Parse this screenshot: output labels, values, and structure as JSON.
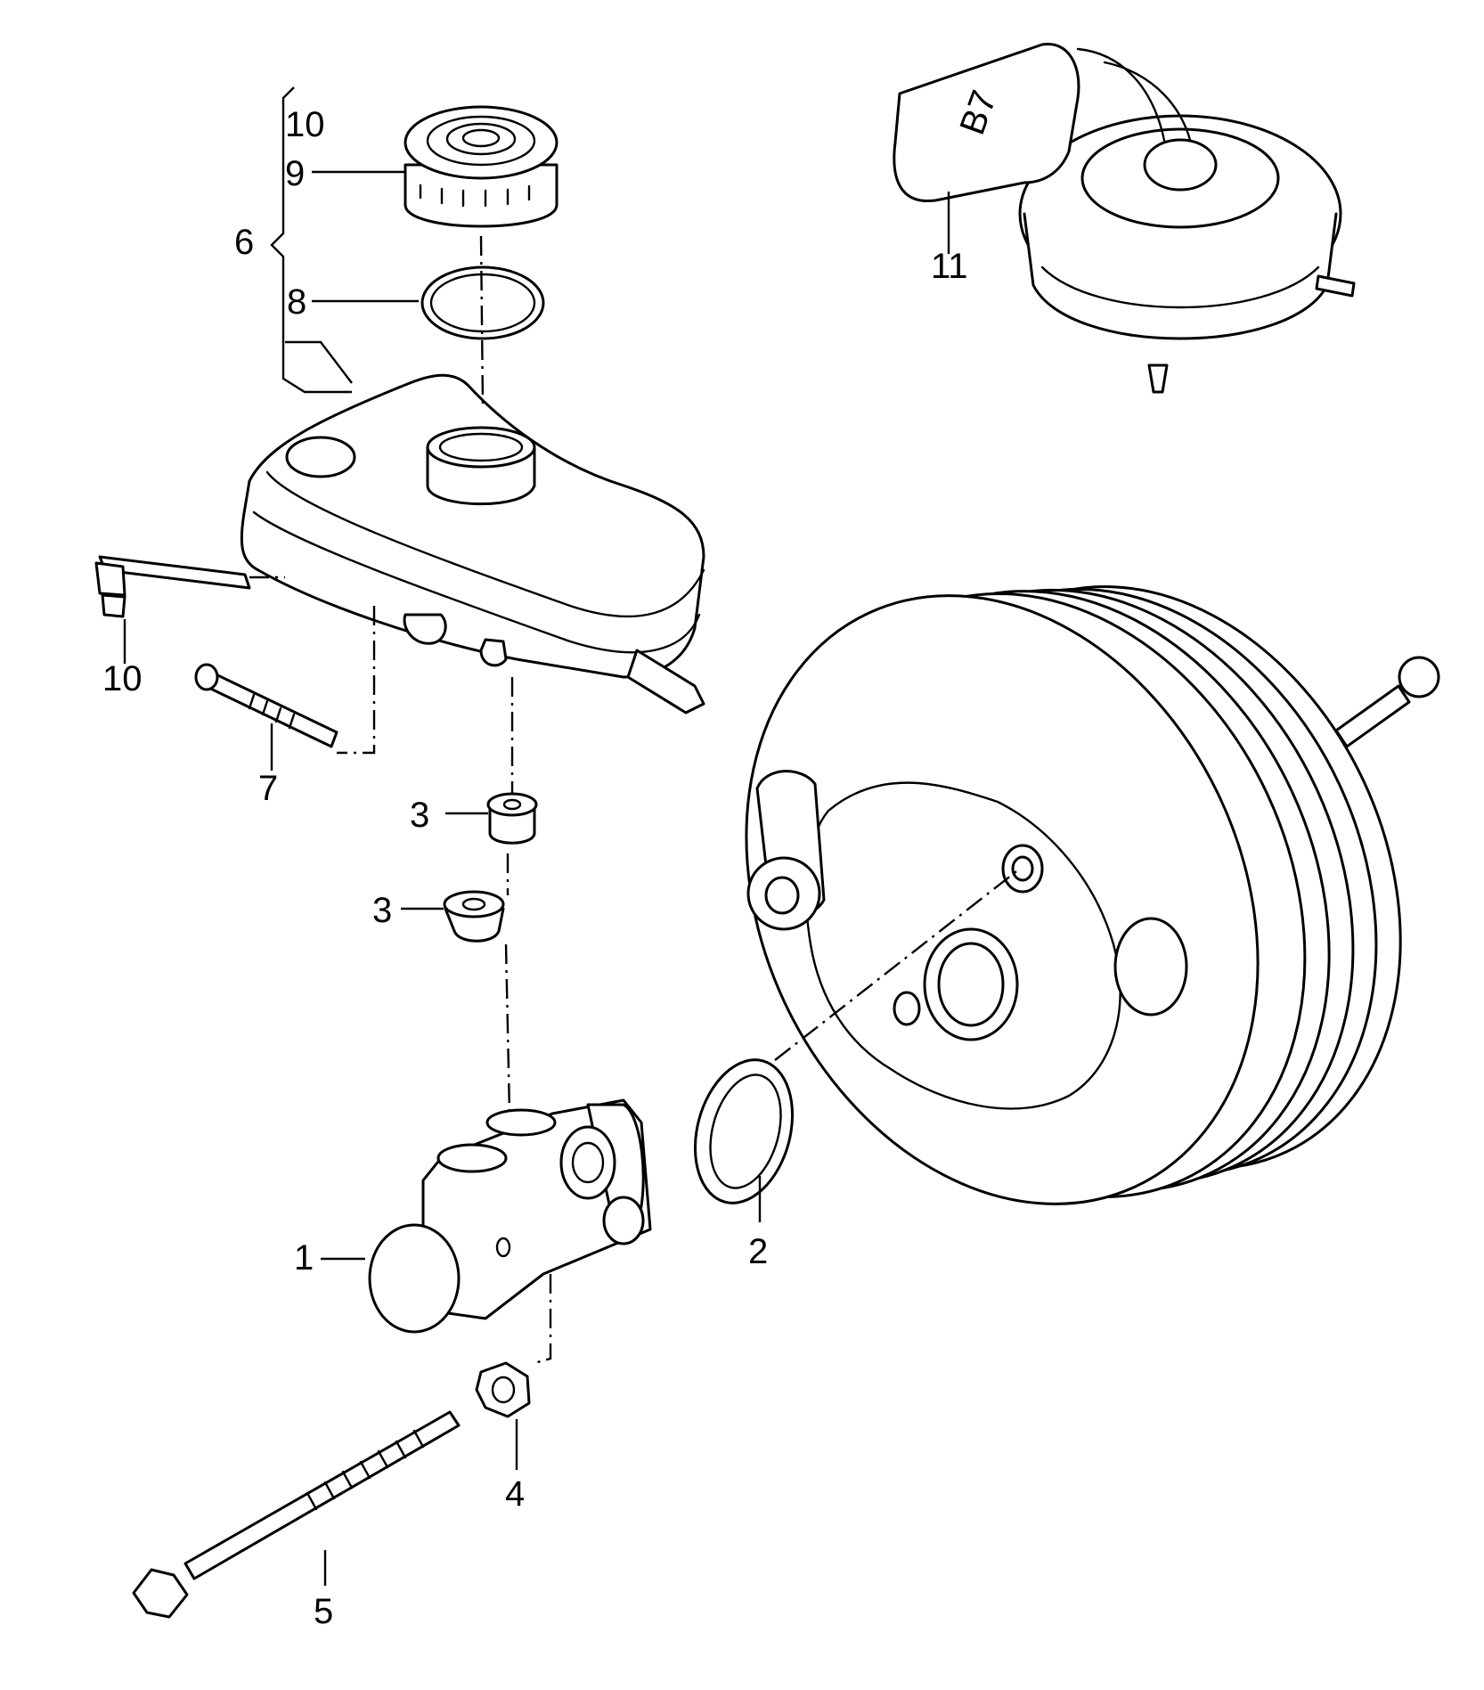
{
  "callouts": [
    {
      "id": "1",
      "label": "1"
    },
    {
      "id": "2",
      "label": "2"
    },
    {
      "id": "3a",
      "label": "3"
    },
    {
      "id": "3b",
      "label": "3"
    },
    {
      "id": "4",
      "label": "4"
    },
    {
      "id": "5",
      "label": "5"
    },
    {
      "id": "6",
      "label": "6"
    },
    {
      "id": "7",
      "label": "7"
    },
    {
      "id": "8",
      "label": "8"
    },
    {
      "id": "9",
      "label": "9"
    },
    {
      "id": "10a",
      "label": "10"
    },
    {
      "id": "10b",
      "label": "10"
    },
    {
      "id": "11",
      "label": "11"
    }
  ],
  "sensor_marking": "B7"
}
